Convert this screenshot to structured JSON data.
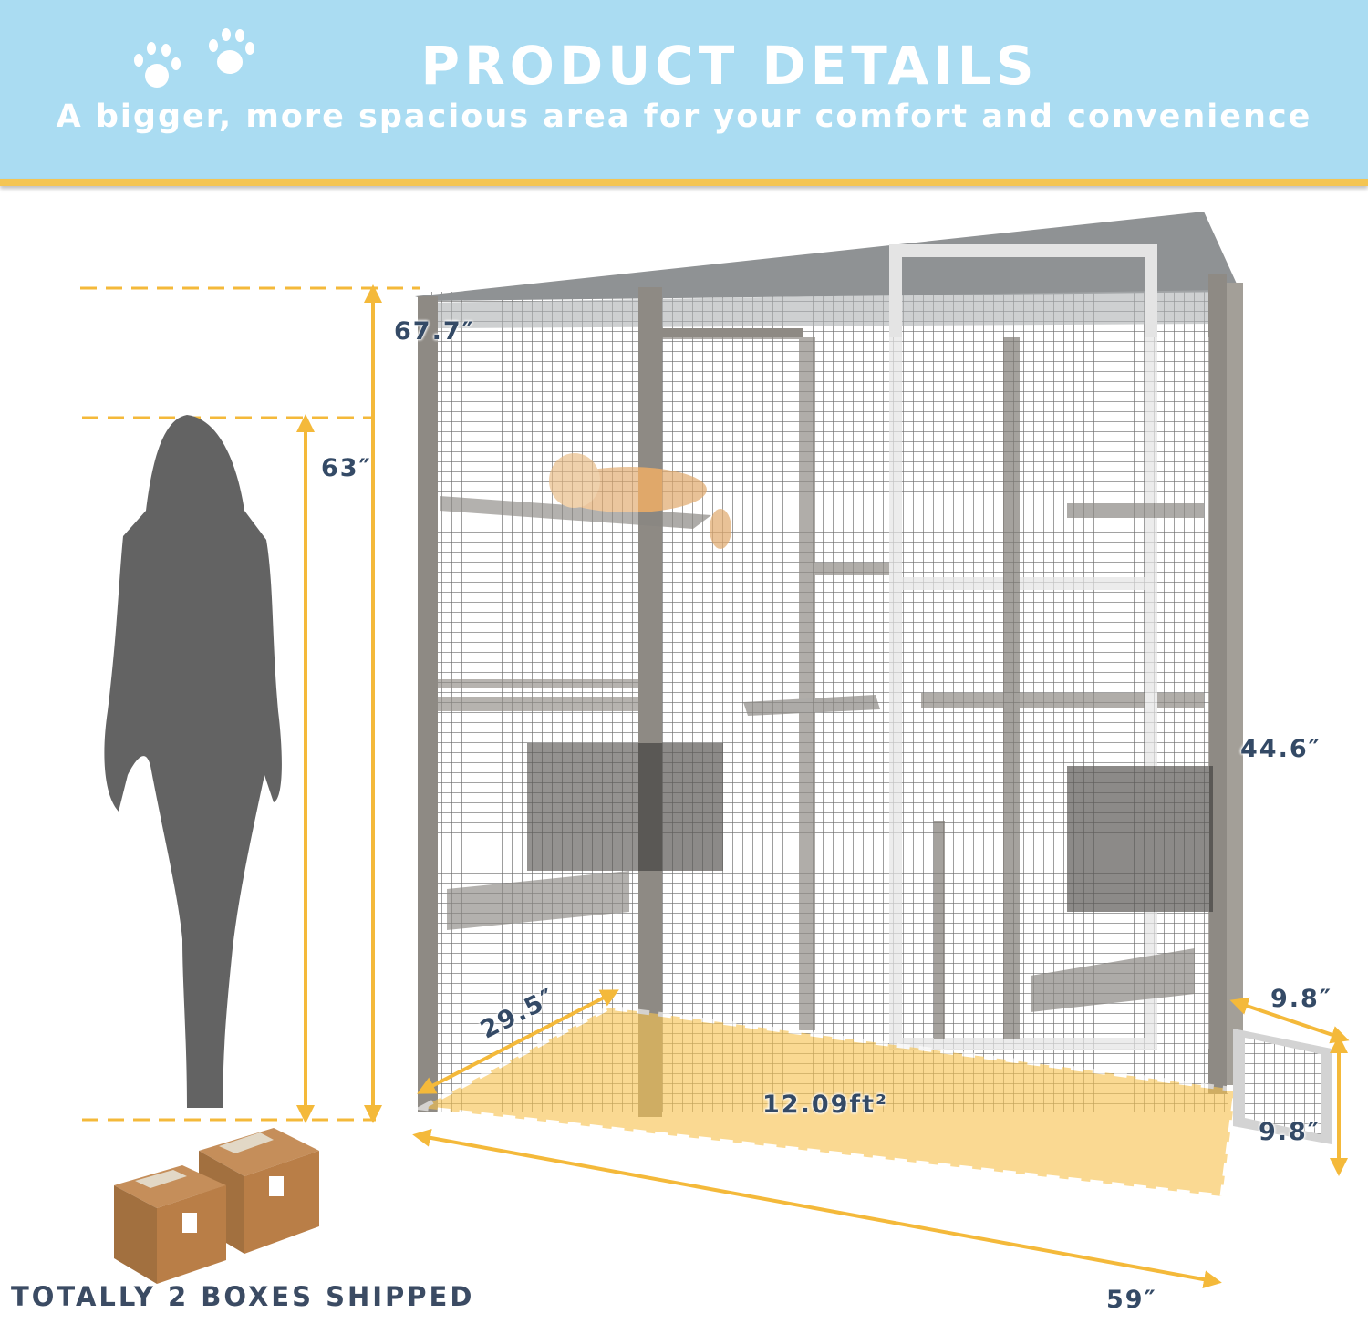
{
  "header": {
    "title": "PRODUCT DETAILS",
    "subtitle": "A bigger, more spacious area for your comfort and convenience",
    "icon": "paw-prints-icon"
  },
  "colors": {
    "banner_bg": "#aadcf2",
    "accent_yellow": "#f4b93a",
    "label_text": "#344a66",
    "cage_wood": "#8e8a84",
    "silhouette": "#636363",
    "floor_highlight": "#f7c350"
  },
  "dimensions": {
    "total_height": "67.7″",
    "person_height": "63″",
    "inner_height": "44.6″",
    "depth": "29.5″",
    "width": "59″",
    "floor_area": "12.09ft²",
    "door_width": "9.8″",
    "door_height": "9.8″"
  },
  "shipping": {
    "label": "TOTALLY 2 BOXES SHIPPED",
    "box_count": 2
  }
}
